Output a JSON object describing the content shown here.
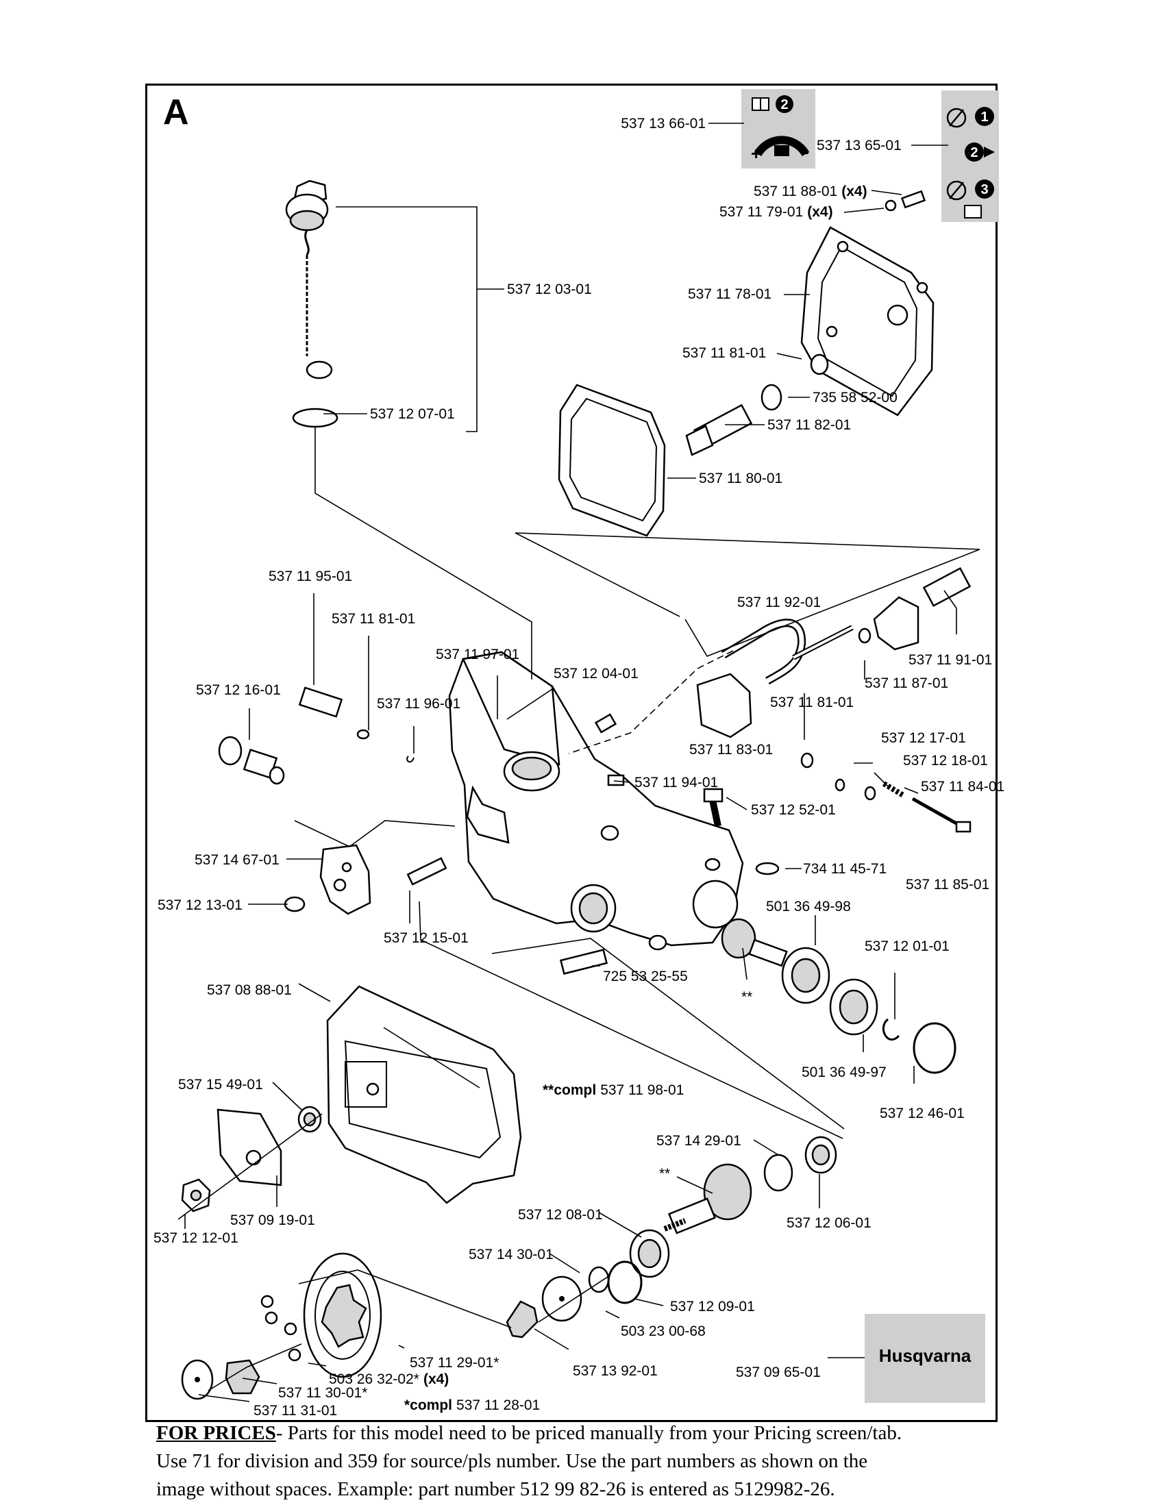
{
  "section": "A",
  "labels": {
    "p537136601": "537 13 66-01",
    "p537136501": "537 13 65-01",
    "p537118801": "537 11 88-01",
    "p537117901": "537 11 79-01",
    "qty4": "(x4)",
    "p537117801": "537 11 78-01",
    "p537120301": "537 12 03-01",
    "p537118101a": "537 11 81-01",
    "p735585200": "735 58 52-00",
    "p537120701": "537 12 07-01",
    "p537118201": "537 11 82-01",
    "p537118001": "537 11 80-01",
    "p537119501": "537 11 95-01",
    "p537119201": "537 11 92-01",
    "p537118101b": "537 11 81-01",
    "p537119701": "537 11 97-01",
    "p537119101": "537 11 91-01",
    "p537120401": "537 12 04-01",
    "p537118701": "537 11 87-01",
    "p537121601": "537 12 16-01",
    "p537119601": "537 11 96-01",
    "p537118101c": "537 11 81-01",
    "p537118301": "537 11 83-01",
    "p537121701": "537 12 17-01",
    "p537121801": "537 12 18-01",
    "p537119401": "537 11 94-01",
    "p537118401": "537 11 84-01",
    "p537125201": "537 12 52-01",
    "p537146701": "537 14 67-01",
    "p734114571": "734 11 45-71",
    "p537118501": "537 11 85-01",
    "p537121301": "537 12 13-01",
    "p501364998": "501 36 49-98",
    "p537121501": "537 12 15-01",
    "p537120101": "537 12 01-01",
    "p725532555": "725 53 25-55",
    "p537088801": "537 08 88-01",
    "dstar1": "**",
    "p501364997": "501 36 49-97",
    "p537154901": "537 15 49-01",
    "compl_a_prefix": "**compl",
    "compl_a_num": "537 11 98-01",
    "p537124601": "537 12 46-01",
    "p537142901": "537 14 29-01",
    "dstar2": "**",
    "p537091901": "537 09 19-01",
    "p537121201": "537 12 12-01",
    "p537120801": "537 12 08-01",
    "p537120601": "537 12 06-01",
    "p537143001": "537 14 30-01",
    "p537120901": "537 12 09-01",
    "p503230068": "503 23 00-68",
    "p537112901": "537 11 29-01*",
    "p503263202": "503 26 32-02*",
    "p537139201": "537 13 92-01",
    "p537096501": "537 09 65-01",
    "p537113001": "537 11 30-01*",
    "p537113101": "537 11 31-01",
    "compl_b_prefix": "*compl",
    "compl_b_num": "537 11 28-01"
  },
  "decal_brand": "Husqvarna",
  "pricing": {
    "lead": "FOR PRICES",
    "line1": "- Parts for this model need to be priced manually from your Pricing screen/tab.",
    "line2": "Use 71 for division and 359 for source/pls number.  Use the part numbers as shown on the",
    "line3": "image without spaces.  Example: part number 512 99 82-26 is entered as 5129982-26."
  },
  "icons": [
    "manual-book-icon",
    "oil-flow-adjust-icon",
    "rotate-step-icon",
    "arrow-right-icon",
    "screw-icon"
  ]
}
